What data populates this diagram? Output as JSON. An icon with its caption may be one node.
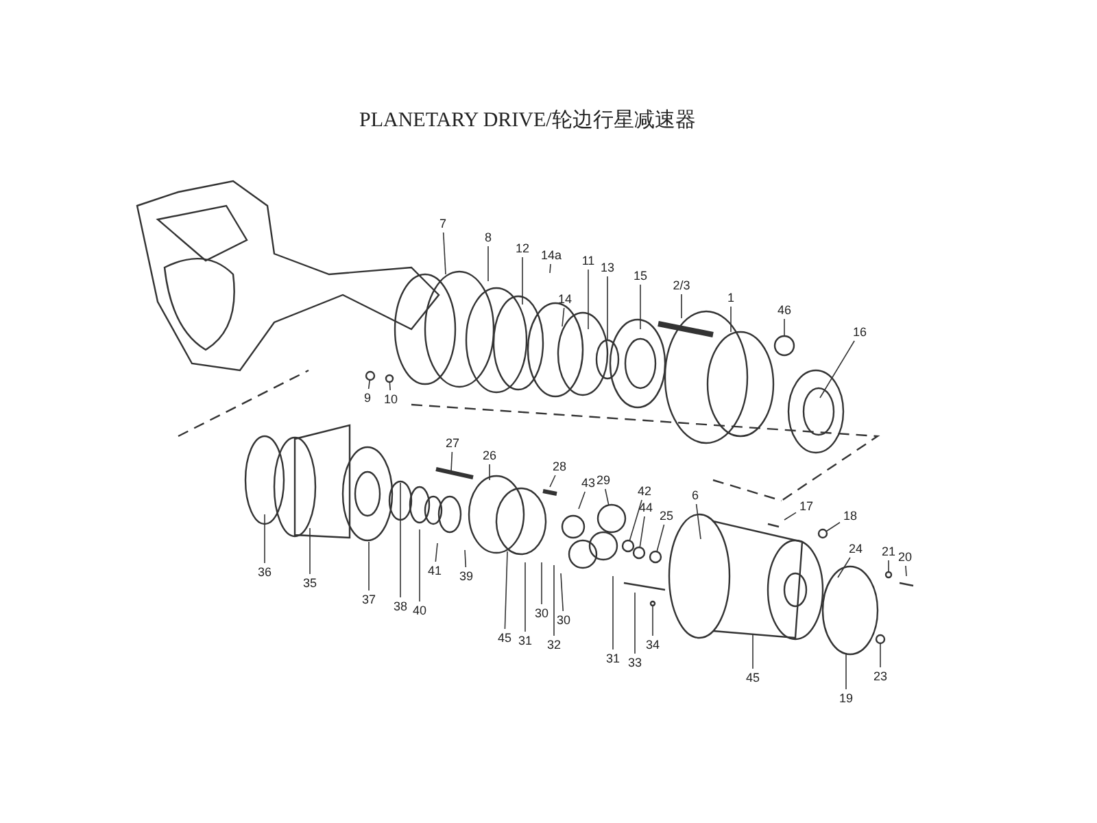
{
  "diagram": {
    "title": "PLANETARY DRIVE/轮边行星减速器",
    "nodes": [
      {
        "text": [
          "7"
        ]
      },
      {
        "text": [
          "8"
        ]
      },
      {
        "text": [
          "12"
        ]
      },
      {
        "text": [
          "14a"
        ]
      },
      {
        "text": [
          "14"
        ]
      },
      {
        "text": [
          "11"
        ]
      },
      {
        "text": [
          "13"
        ]
      },
      {
        "text": [
          "15"
        ]
      },
      {
        "text": [
          "2/3"
        ]
      },
      {
        "text": [
          "1"
        ]
      },
      {
        "text": [
          "46"
        ]
      },
      {
        "text": [
          "16"
        ]
      },
      {
        "text": [
          "9"
        ]
      },
      {
        "text": [
          "10"
        ]
      },
      {
        "text": [
          "27"
        ]
      },
      {
        "text": [
          "26"
        ]
      },
      {
        "text": [
          "28"
        ]
      },
      {
        "text": [
          "43"
        ]
      },
      {
        "text": [
          "29"
        ]
      },
      {
        "text": [
          "42"
        ]
      },
      {
        "text": [
          "44"
        ]
      },
      {
        "text": [
          "25"
        ]
      },
      {
        "text": [
          "6"
        ]
      },
      {
        "text": [
          "17"
        ]
      },
      {
        "text": [
          "18"
        ]
      },
      {
        "text": [
          "24"
        ]
      },
      {
        "text": [
          "21"
        ]
      },
      {
        "text": [
          "20"
        ]
      },
      {
        "text": [
          "36"
        ]
      },
      {
        "text": [
          "35"
        ]
      },
      {
        "text": [
          "37"
        ]
      },
      {
        "text": [
          "38"
        ]
      },
      {
        "text": [
          "40"
        ]
      },
      {
        "text": [
          "41"
        ]
      },
      {
        "text": [
          "39"
        ]
      },
      {
        "text": [
          "45"
        ]
      },
      {
        "text": [
          "31"
        ]
      },
      {
        "text": [
          "30"
        ]
      },
      {
        "text": [
          "32"
        ]
      },
      {
        "text": [
          "30"
        ]
      },
      {
        "text": [
          "31"
        ]
      },
      {
        "text": [
          "33"
        ]
      },
      {
        "text": [
          "34"
        ]
      },
      {
        "text": [
          "45"
        ]
      },
      {
        "text": [
          "19"
        ]
      },
      {
        "text": [
          "23"
        ]
      },
      {
        "text": [],
        "shape": "circle"
      },
      {
        "text": [],
        "shape": "circle"
      },
      {
        "text": [],
        "shape": "circle"
      },
      {
        "text": [],
        "shape": "circle"
      },
      {
        "text": [],
        "shape": "circle"
      },
      {
        "text": [],
        "shape": "circle"
      },
      {
        "text": [],
        "shape": "circle"
      },
      {
        "text": [],
        "shape": "circle"
      },
      {
        "text": [],
        "shape": "circle"
      },
      {
        "text": [],
        "shape": "circle"
      },
      {
        "text": [],
        "shape": "circle"
      }
    ],
    "edges": [
      {
        "from": 0,
        "to": null,
        "arrow": "none"
      },
      {
        "from": 1,
        "to": null,
        "arrow": "none"
      },
      {
        "from": 2,
        "to": null,
        "arrow": "none"
      },
      {
        "from": 3,
        "to": null,
        "arrow": "none"
      },
      {
        "from": 4,
        "to": null,
        "arrow": "none"
      },
      {
        "from": 5,
        "to": null,
        "arrow": "none"
      },
      {
        "from": 6,
        "to": null,
        "arrow": "none"
      },
      {
        "from": 7,
        "to": null,
        "arrow": "none"
      },
      {
        "from": 8,
        "to": null,
        "arrow": "none"
      },
      {
        "from": 9,
        "to": null,
        "arrow": "none"
      },
      {
        "from": 10,
        "to": 46,
        "arrow": "none"
      },
      {
        "from": 11,
        "to": null,
        "arrow": "none"
      },
      {
        "from": 12,
        "to": 47,
        "arrow": "none"
      },
      {
        "from": 13,
        "to": 48,
        "arrow": "none"
      },
      {
        "from": 14,
        "to": null,
        "arrow": "none"
      },
      {
        "from": 15,
        "to": null,
        "arrow": "none"
      },
      {
        "from": 16,
        "to": null,
        "arrow": "none"
      },
      {
        "from": 17,
        "to": null,
        "arrow": "none"
      },
      {
        "from": 18,
        "to": 56,
        "arrow": "none"
      },
      {
        "from": 19,
        "to": 49,
        "arrow": "none"
      },
      {
        "from": 20,
        "to": 50,
        "arrow": "none"
      },
      {
        "from": 21,
        "to": 51,
        "arrow": "none"
      },
      {
        "from": 22,
        "to": null,
        "arrow": "none"
      },
      {
        "from": 23,
        "to": null,
        "arrow": "none"
      },
      {
        "from": 24,
        "to": 52,
        "arrow": "none"
      },
      {
        "from": 25,
        "to": null,
        "arrow": "none"
      },
      {
        "from": 26,
        "to": 53,
        "arrow": "none"
      },
      {
        "from": 27,
        "to": null,
        "arrow": "none"
      },
      {
        "from": 28,
        "to": null,
        "arrow": "none"
      },
      {
        "from": 29,
        "to": null,
        "arrow": "none"
      },
      {
        "from": 30,
        "to": null,
        "arrow": "none"
      },
      {
        "from": 31,
        "to": null,
        "arrow": "none"
      },
      {
        "from": 32,
        "to": null,
        "arrow": "none"
      },
      {
        "from": 33,
        "to": null,
        "arrow": "none"
      },
      {
        "from": 34,
        "to": null,
        "arrow": "none"
      },
      {
        "from": 35,
        "to": null,
        "arrow": "none"
      },
      {
        "from": 36,
        "to": null,
        "arrow": "none"
      },
      {
        "from": 37,
        "to": null,
        "arrow": "none"
      },
      {
        "from": 38,
        "to": null,
        "arrow": "none"
      },
      {
        "from": 39,
        "to": null,
        "arrow": "none"
      },
      {
        "from": 40,
        "to": null,
        "arrow": "none"
      },
      {
        "from": 41,
        "to": null,
        "arrow": "none"
      },
      {
        "from": 42,
        "to": 54,
        "arrow": "none"
      },
      {
        "from": 43,
        "to": null,
        "arrow": "none"
      },
      {
        "from": 44,
        "to": null,
        "arrow": "none"
      },
      {
        "from": 45,
        "to": 55,
        "arrow": "none"
      }
    ]
  }
}
